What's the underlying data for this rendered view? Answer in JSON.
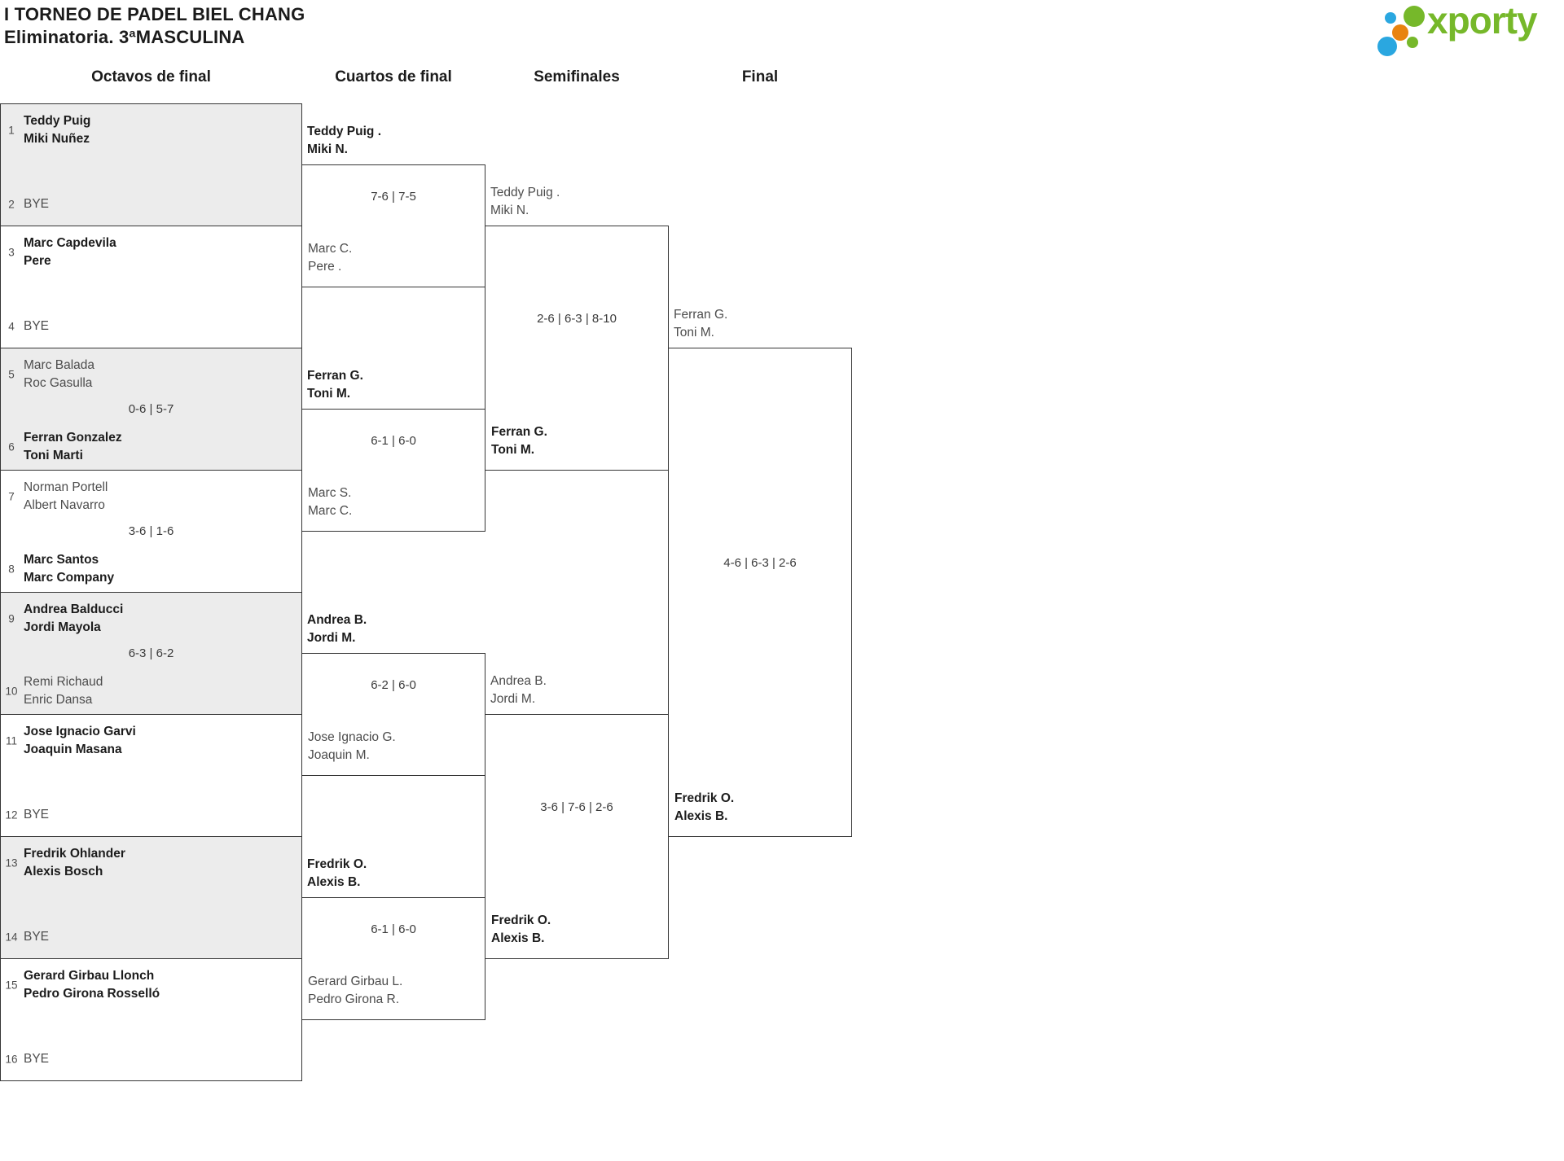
{
  "tournament": {
    "title": "I TORNEO DE PADEL BIEL CHANG",
    "subtitle": "Eliminatoria. 3ªMASCULINA"
  },
  "logo": {
    "text": "xporty",
    "green": "#76b82a",
    "blue": "#2aa7e0",
    "orange": "#e8830f"
  },
  "rounds": {
    "r16": "Octavos de final",
    "qf": "Cuartos de final",
    "sf": "Semifinales",
    "f": "Final"
  },
  "octavos": [
    {
      "seed_top": "1",
      "top1": "Teddy Puig",
      "top2": "Miki Nuñez",
      "seed_bottom": "2",
      "bottom1": "BYE",
      "bottom2": "",
      "score": ""
    },
    {
      "seed_top": "3",
      "top1": "Marc Capdevila",
      "top2": "Pere",
      "seed_bottom": "4",
      "bottom1": "BYE",
      "bottom2": "",
      "score": ""
    },
    {
      "seed_top": "5",
      "top1": "Marc Balada",
      "top2": "Roc Gasulla",
      "seed_bottom": "6",
      "bottom1": "Ferran Gonzalez",
      "bottom2": "Toni Marti",
      "score": "0-6 | 5-7"
    },
    {
      "seed_top": "7",
      "top1": "Norman Portell",
      "top2": "Albert Navarro",
      "seed_bottom": "8",
      "bottom1": "Marc Santos",
      "bottom2": "Marc Company",
      "score": "3-6 | 1-6"
    },
    {
      "seed_top": "9",
      "top1": "Andrea Balducci",
      "top2": "Jordi Mayola",
      "seed_bottom": "10",
      "bottom1": "Remi Richaud",
      "bottom2": "Enric Dansa",
      "score": "6-3 | 6-2"
    },
    {
      "seed_top": "11",
      "top1": "Jose Ignacio Garvi",
      "top2": "Joaquin Masana",
      "seed_bottom": "12",
      "bottom1": "BYE",
      "bottom2": "",
      "score": ""
    },
    {
      "seed_top": "13",
      "top1": "Fredrik Ohlander",
      "top2": "Alexis Bosch",
      "seed_bottom": "14",
      "bottom1": "BYE",
      "bottom2": "",
      "score": ""
    },
    {
      "seed_top": "15",
      "top1": "Gerard Girbau Llonch",
      "top2": "Pedro Girona Rosselló",
      "seed_bottom": "16",
      "bottom1": "BYE",
      "bottom2": "",
      "score": ""
    }
  ],
  "cuartos": [
    {
      "winner1": "Teddy Puig .",
      "winner2": "Miki N.",
      "score": "7-6 | 7-5",
      "loser1": "Marc C.",
      "loser2": "Pere ."
    },
    {
      "winner1": "Ferran G.",
      "winner2": "Toni M.",
      "score": "6-1 | 6-0",
      "loser1": "Marc S.",
      "loser2": "Marc C."
    },
    {
      "winner1": "Andrea B.",
      "winner2": "Jordi M.",
      "score": "6-2 | 6-0",
      "loser1": "Jose Ignacio G.",
      "loser2": "Joaquin M."
    },
    {
      "winner1": "Fredrik O.",
      "winner2": "Alexis B.",
      "score": "6-1 | 6-0",
      "loser1": "Gerard Girbau L.",
      "loser2": "Pedro Girona R."
    }
  ],
  "semifinales": [
    {
      "top1": "Teddy Puig .",
      "top2": "Miki N.",
      "score": "2-6 | 6-3 | 8-10",
      "bottom1": "Ferran G.",
      "bottom2": "Toni M."
    },
    {
      "top1": "Andrea B.",
      "top2": "Jordi M.",
      "score": "3-6 | 7-6 | 2-6",
      "bottom1": "Fredrik O.",
      "bottom2": "Alexis B."
    }
  ],
  "final": {
    "top1": "Ferran G.",
    "top2": "Toni M.",
    "score": "4-6 | 6-3 | 2-6",
    "bottom1": "Fredrik O.",
    "bottom2": "Alexis B."
  }
}
